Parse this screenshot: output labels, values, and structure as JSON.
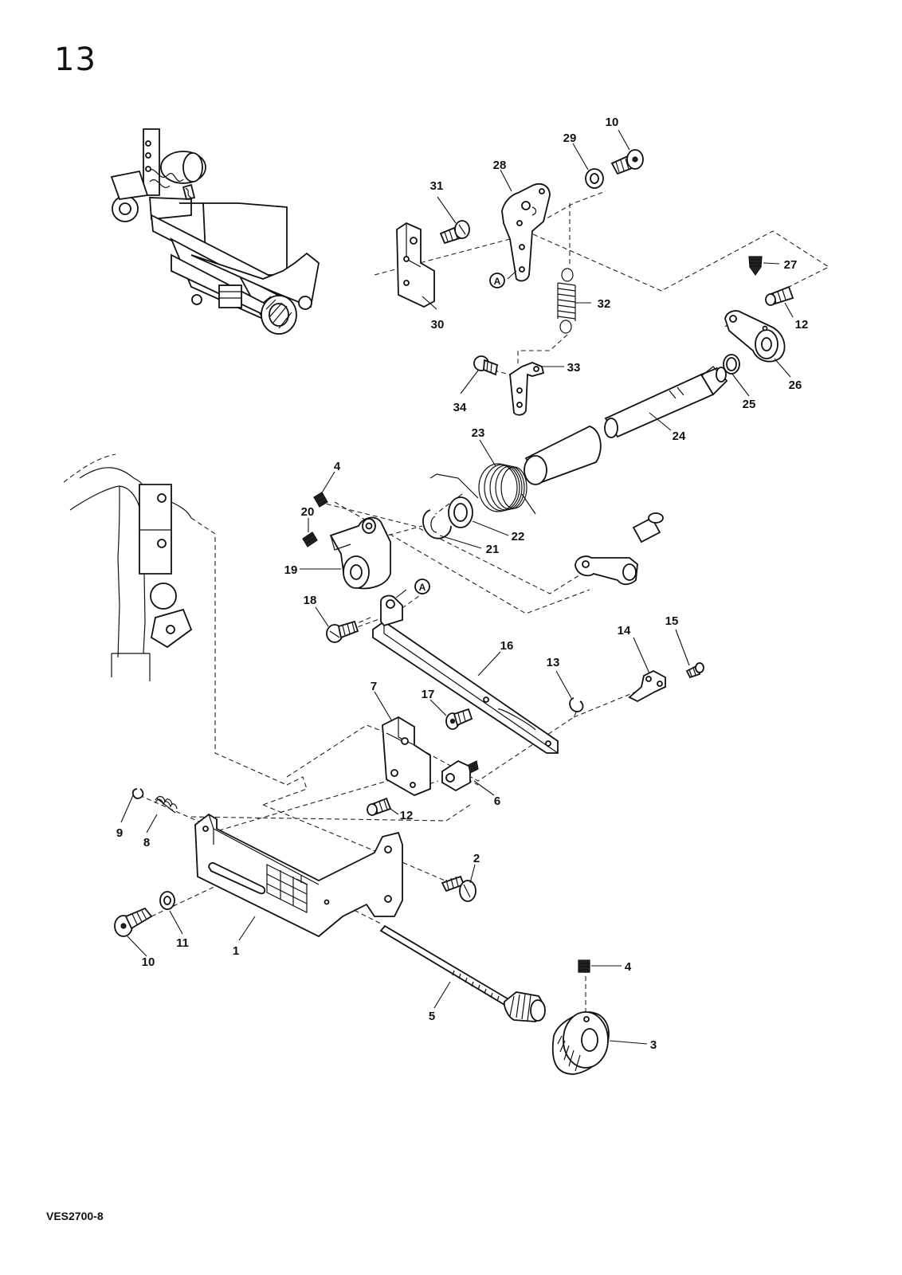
{
  "page": {
    "number": "13",
    "doc_code": "VES2700-8"
  },
  "callouts": [
    {
      "id": "c1",
      "label": "1"
    },
    {
      "id": "c2",
      "label": "2"
    },
    {
      "id": "c3",
      "label": "3"
    },
    {
      "id": "c4a",
      "label": "4"
    },
    {
      "id": "c4b",
      "label": "4"
    },
    {
      "id": "c5",
      "label": "5"
    },
    {
      "id": "c6",
      "label": "6"
    },
    {
      "id": "c7",
      "label": "7"
    },
    {
      "id": "c8",
      "label": "8"
    },
    {
      "id": "c9",
      "label": "9"
    },
    {
      "id": "c10a",
      "label": "10"
    },
    {
      "id": "c10b",
      "label": "10"
    },
    {
      "id": "c11",
      "label": "11"
    },
    {
      "id": "c12a",
      "label": "12"
    },
    {
      "id": "c12b",
      "label": "12"
    },
    {
      "id": "c13",
      "label": "13"
    },
    {
      "id": "c14",
      "label": "14"
    },
    {
      "id": "c15",
      "label": "15"
    },
    {
      "id": "c16",
      "label": "16"
    },
    {
      "id": "c17",
      "label": "17"
    },
    {
      "id": "c18",
      "label": "18"
    },
    {
      "id": "c19",
      "label": "19"
    },
    {
      "id": "c20",
      "label": "20"
    },
    {
      "id": "c21",
      "label": "21"
    },
    {
      "id": "c22",
      "label": "22"
    },
    {
      "id": "c23",
      "label": "23"
    },
    {
      "id": "c24",
      "label": "24"
    },
    {
      "id": "c25",
      "label": "25"
    },
    {
      "id": "c26",
      "label": "26"
    },
    {
      "id": "c27",
      "label": "27"
    },
    {
      "id": "c28",
      "label": "28"
    },
    {
      "id": "c29",
      "label": "29"
    },
    {
      "id": "c30",
      "label": "30"
    },
    {
      "id": "c31",
      "label": "31"
    },
    {
      "id": "c32",
      "label": "32"
    },
    {
      "id": "c33",
      "label": "33"
    },
    {
      "id": "c34",
      "label": "34"
    }
  ],
  "reference_marks": [
    {
      "id": "ra1",
      "label": "A"
    },
    {
      "id": "ra2",
      "label": "A"
    }
  ]
}
